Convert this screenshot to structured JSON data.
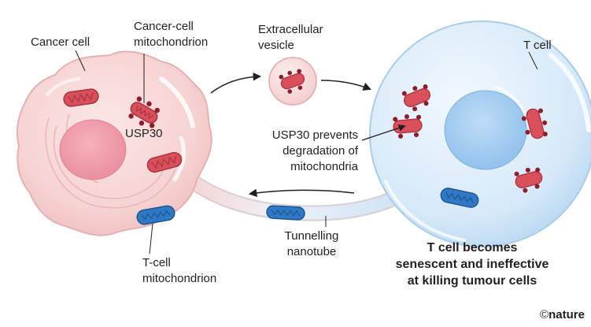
{
  "labels": {
    "cancer_cell": "Cancer cell",
    "cancer_mito": [
      "Cancer-cell",
      "mitochondrion"
    ],
    "usp30": "USP30",
    "vesicle": [
      "Extracellular",
      "vesicle"
    ],
    "t_cell": "T cell",
    "usp30_prevents": [
      "USP30 prevents",
      "degradation of",
      "mitochondria"
    ],
    "tunnelling": [
      "Tunnelling",
      "nanotube"
    ],
    "tcell_mito": [
      "T-cell",
      "mitochondrion"
    ],
    "outcome": [
      "T cell becomes",
      "senescent and ineffective",
      "at killing tumour cells"
    ]
  },
  "credit": {
    "symbol": "©",
    "text": "nature"
  },
  "colors": {
    "cancer_cell": "#f6d6d6",
    "t_cell": "#d8eaf8",
    "nucleus_cancer": "#ef9aa6",
    "nucleus_t": "#9dcaf0",
    "mito_red": "#d9505b",
    "mito_blue": "#2f78c6",
    "protein_dot": "#8e1d2b"
  }
}
